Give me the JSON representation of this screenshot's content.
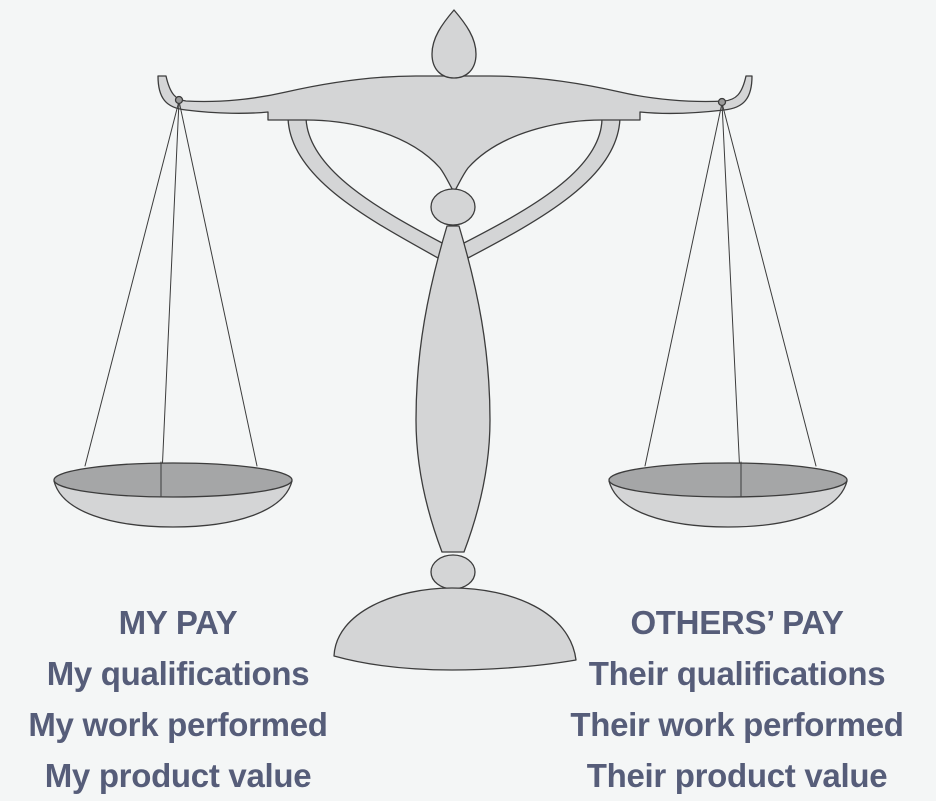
{
  "figure": {
    "icon": "balance-scale-icon",
    "colors": {
      "metal": "#d4d5d6",
      "outline": "#3c3c3c",
      "pan_inner": "#a5a6a7",
      "text": "#565d79",
      "background": "#f4f6f6"
    }
  },
  "left_side": {
    "heading": "MY PAY",
    "items": [
      "My qualifications",
      "My work performed",
      "My product value"
    ]
  },
  "right_side": {
    "heading": "OTHERS’ PAY",
    "items": [
      "Their qualifications",
      "Their work performed",
      "Their product value"
    ]
  }
}
